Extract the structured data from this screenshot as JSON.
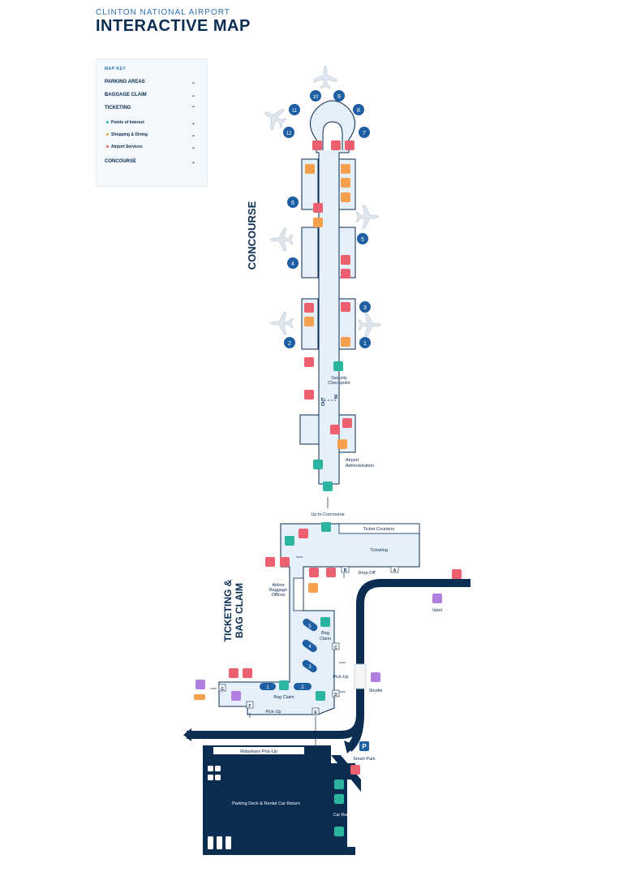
{
  "header": {
    "subtitle": "CLINTON NATIONAL AIRPORT",
    "title": "INTERACTIVE MAP"
  },
  "map_key": {
    "title": "MAP KEY",
    "items": [
      {
        "label": "PARKING AREAS",
        "chevron": "⌄"
      },
      {
        "label": "BAGGAGE CLAIM",
        "chevron": "⌄"
      },
      {
        "label": "TICKETING",
        "chevron": "⌃"
      },
      {
        "label": "CONCOURSE",
        "chevron": "⌄"
      }
    ],
    "sub_items": [
      {
        "label": "Points of Interest",
        "color": "#2bb5a0",
        "chevron": "⌄"
      },
      {
        "label": "Shopping & Dining",
        "color": "#f5a04c",
        "chevron": "⌄"
      },
      {
        "label": "Airport Services",
        "color": "#ec5f6e",
        "chevron": "⌄"
      }
    ]
  },
  "colors": {
    "navy": "#0b2d52",
    "concourse_fill": "#e6f0fa",
    "poi_teal": "#2bb5a0",
    "dining_orange": "#f5a04c",
    "services_red": "#ec5f6e",
    "gate_blue": "#1e5fa3",
    "purple": "#b07fe0"
  },
  "sections": {
    "concourse": "CONCOURSE",
    "ticketing_line1": "TICKETING &",
    "ticketing_line2": "BAG CLAIM"
  },
  "gates": [
    "1",
    "2",
    "3",
    "4",
    "5",
    "6",
    "7",
    "8",
    "9",
    "10",
    "11",
    "12"
  ],
  "labels": {
    "security": [
      "Security",
      "Checkpoint"
    ],
    "in": "IN",
    "out": "OUT",
    "airport_admin": [
      "Airport",
      "Administration"
    ],
    "up_to_concourse": "Up to Concourse",
    "ticket_counters": "Ticket Counters",
    "ticketing": "Ticketing",
    "drop_off": "Drop-Off",
    "airline_baggage": [
      "Airline",
      "Baggage",
      "Offices"
    ],
    "bag_claim_upper": [
      "Bag",
      "Claim"
    ],
    "pick_up_right": "Pick-Up",
    "bag_claim_lower": "Bag Claim",
    "pick_up_bottom": "Pick-Up",
    "valet": "Valet",
    "shuttle": "Shuttle",
    "smart_park": "Smart Park",
    "smart_park_letter": "P",
    "rideshare": "Rideshare Pick-Up",
    "parking_deck": "Parking Deck & Rental Car Return",
    "car_rental": "Car Rental",
    "door_letters": [
      "A",
      "B",
      "C",
      "D",
      "E",
      "F",
      "G"
    ],
    "carousels": [
      "1",
      "2",
      "3",
      "4",
      "5"
    ]
  },
  "icons": {
    "poi": [
      "escalator-icon",
      "security-icon",
      "elevator-icon",
      "baggage-icon"
    ],
    "dining": [
      "food-icon",
      "coffee-icon",
      "drink-icon",
      "shop-icon"
    ],
    "services": [
      "restroom-icon",
      "info-icon",
      "atm-icon",
      "family-icon"
    ]
  }
}
